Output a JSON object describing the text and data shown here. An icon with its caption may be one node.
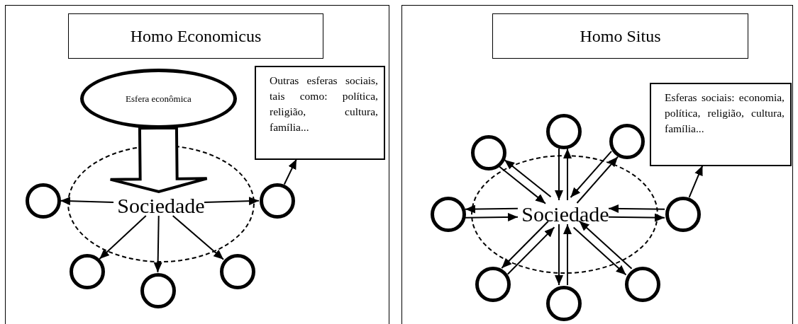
{
  "diagram": {
    "nodes": [
      {
        "text": [],
        "shape": "box"
      },
      {
        "text": [
          "Homo Economicus"
        ],
        "in": 0
      },
      {
        "text": [
          "Esfera econômica"
        ],
        "in": 0
      },
      {
        "text": [
          "Outras esferas sociais, tais como: política, religião, cultura, família..."
        ],
        "in": 0
      },
      {
        "text": [],
        "shape": "ellipse",
        "in": 0
      },
      {
        "text": [
          "Sociedade"
        ],
        "in": 4
      },
      {
        "text": [],
        "shape": "circle",
        "in": 0
      },
      {
        "text": [],
        "shape": "circle",
        "in": 0
      },
      {
        "text": [],
        "shape": "circle",
        "in": 0
      },
      {
        "text": [],
        "shape": "circle",
        "in": 0
      },
      {
        "text": [],
        "shape": "circle",
        "in": 0
      },
      {
        "text": [],
        "shape": "box"
      },
      {
        "text": [
          "Homo Situs"
        ],
        "in": 11
      },
      {
        "text": [
          "Esferas sociais: economia, política, religião, cultura, família..."
        ],
        "in": 11
      },
      {
        "text": [],
        "shape": "ellipse",
        "in": 11
      },
      {
        "text": [
          "Sociedade"
        ],
        "in": 14
      },
      {
        "text": [],
        "shape": "circle",
        "in": 11
      },
      {
        "text": [],
        "shape": "circle",
        "in": 11
      },
      {
        "text": [],
        "shape": "circle",
        "in": 11
      },
      {
        "text": [],
        "shape": "circle",
        "in": 11
      },
      {
        "text": [],
        "shape": "circle",
        "in": 11
      },
      {
        "text": [],
        "shape": "circle",
        "in": 11
      },
      {
        "text": [],
        "shape": "circle",
        "in": 11
      },
      {
        "text": [],
        "shape": "circle",
        "in": 11
      }
    ],
    "edges": [
      {
        "from": 2,
        "to": 5,
        "arrow": "to",
        "style": "thick"
      },
      {
        "from": 5,
        "to": 6,
        "arrow": "to"
      },
      {
        "from": 5,
        "to": 7,
        "arrow": "to"
      },
      {
        "from": 5,
        "to": 8,
        "arrow": "to"
      },
      {
        "from": 5,
        "to": 9,
        "arrow": "to"
      },
      {
        "from": 5,
        "to": 10,
        "arrow": "to"
      },
      {
        "from": 7,
        "to": 3,
        "arrow": "to"
      },
      {
        "from": 16,
        "to": 15,
        "arrow": "to"
      },
      {
        "from": 15,
        "to": 16,
        "arrow": "to"
      },
      {
        "from": 17,
        "to": 15,
        "arrow": "to"
      },
      {
        "from": 15,
        "to": 17,
        "arrow": "to"
      },
      {
        "from": 18,
        "to": 15,
        "arrow": "to"
      },
      {
        "from": 15,
        "to": 18,
        "arrow": "to"
      },
      {
        "from": 19,
        "to": 15,
        "arrow": "to"
      },
      {
        "from": 15,
        "to": 19,
        "arrow": "to"
      },
      {
        "from": 20,
        "to": 15,
        "arrow": "to"
      },
      {
        "from": 15,
        "to": 20,
        "arrow": "to"
      },
      {
        "from": 21,
        "to": 15,
        "arrow": "to"
      },
      {
        "from": 15,
        "to": 21,
        "arrow": "to"
      },
      {
        "from": 22,
        "to": 15,
        "arrow": "to"
      },
      {
        "from": 15,
        "to": 22,
        "arrow": "to"
      },
      {
        "from": 23,
        "to": 15,
        "arrow": "to"
      },
      {
        "from": 15,
        "to": 23,
        "arrow": "to"
      },
      {
        "from": 20,
        "to": 13,
        "arrow": "to"
      }
    ]
  }
}
